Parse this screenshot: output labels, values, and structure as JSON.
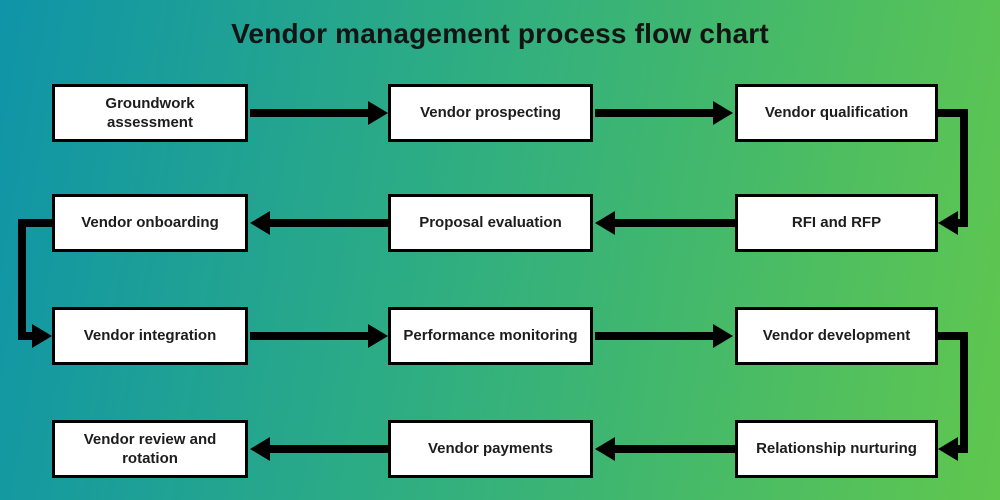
{
  "title": "Vendor management process flow chart",
  "nodes": [
    {
      "label": "Groundwork assessment"
    },
    {
      "label": "Vendor prospecting"
    },
    {
      "label": "Vendor qualification"
    },
    {
      "label": "Vendor onboarding"
    },
    {
      "label": "Proposal evaluation"
    },
    {
      "label": "RFI and RFP"
    },
    {
      "label": "Vendor integration"
    },
    {
      "label": "Performance monitoring"
    },
    {
      "label": "Vendor development"
    },
    {
      "label": "Vendor review and rotation"
    },
    {
      "label": "Vendor payments"
    },
    {
      "label": "Relationship nurturing"
    }
  ],
  "process_order": [
    "Groundwork assessment",
    "Vendor prospecting",
    "Vendor qualification",
    "RFI and RFP",
    "Proposal evaluation",
    "Vendor onboarding",
    "Vendor integration",
    "Performance monitoring",
    "Vendor development",
    "Relationship nurturing",
    "Vendor payments",
    "Vendor review and rotation"
  ],
  "edges": [
    {
      "from": "Groundwork assessment",
      "to": "Vendor prospecting"
    },
    {
      "from": "Vendor prospecting",
      "to": "Vendor qualification"
    },
    {
      "from": "Vendor qualification",
      "to": "RFI and RFP"
    },
    {
      "from": "RFI and RFP",
      "to": "Proposal evaluation"
    },
    {
      "from": "Proposal evaluation",
      "to": "Vendor onboarding"
    },
    {
      "from": "Vendor onboarding",
      "to": "Vendor integration"
    },
    {
      "from": "Vendor integration",
      "to": "Performance monitoring"
    },
    {
      "from": "Performance monitoring",
      "to": "Vendor development"
    },
    {
      "from": "Vendor development",
      "to": "Relationship nurturing"
    },
    {
      "from": "Relationship nurturing",
      "to": "Vendor payments"
    },
    {
      "from": "Vendor payments",
      "to": "Vendor review and rotation"
    }
  ],
  "colors": {
    "background_gradient_left": "#0f94a8",
    "background_gradient_right": "#60c74e",
    "box_fill": "#ffffff",
    "box_border": "#000000",
    "arrow": "#000000",
    "title_text": "#141414"
  }
}
